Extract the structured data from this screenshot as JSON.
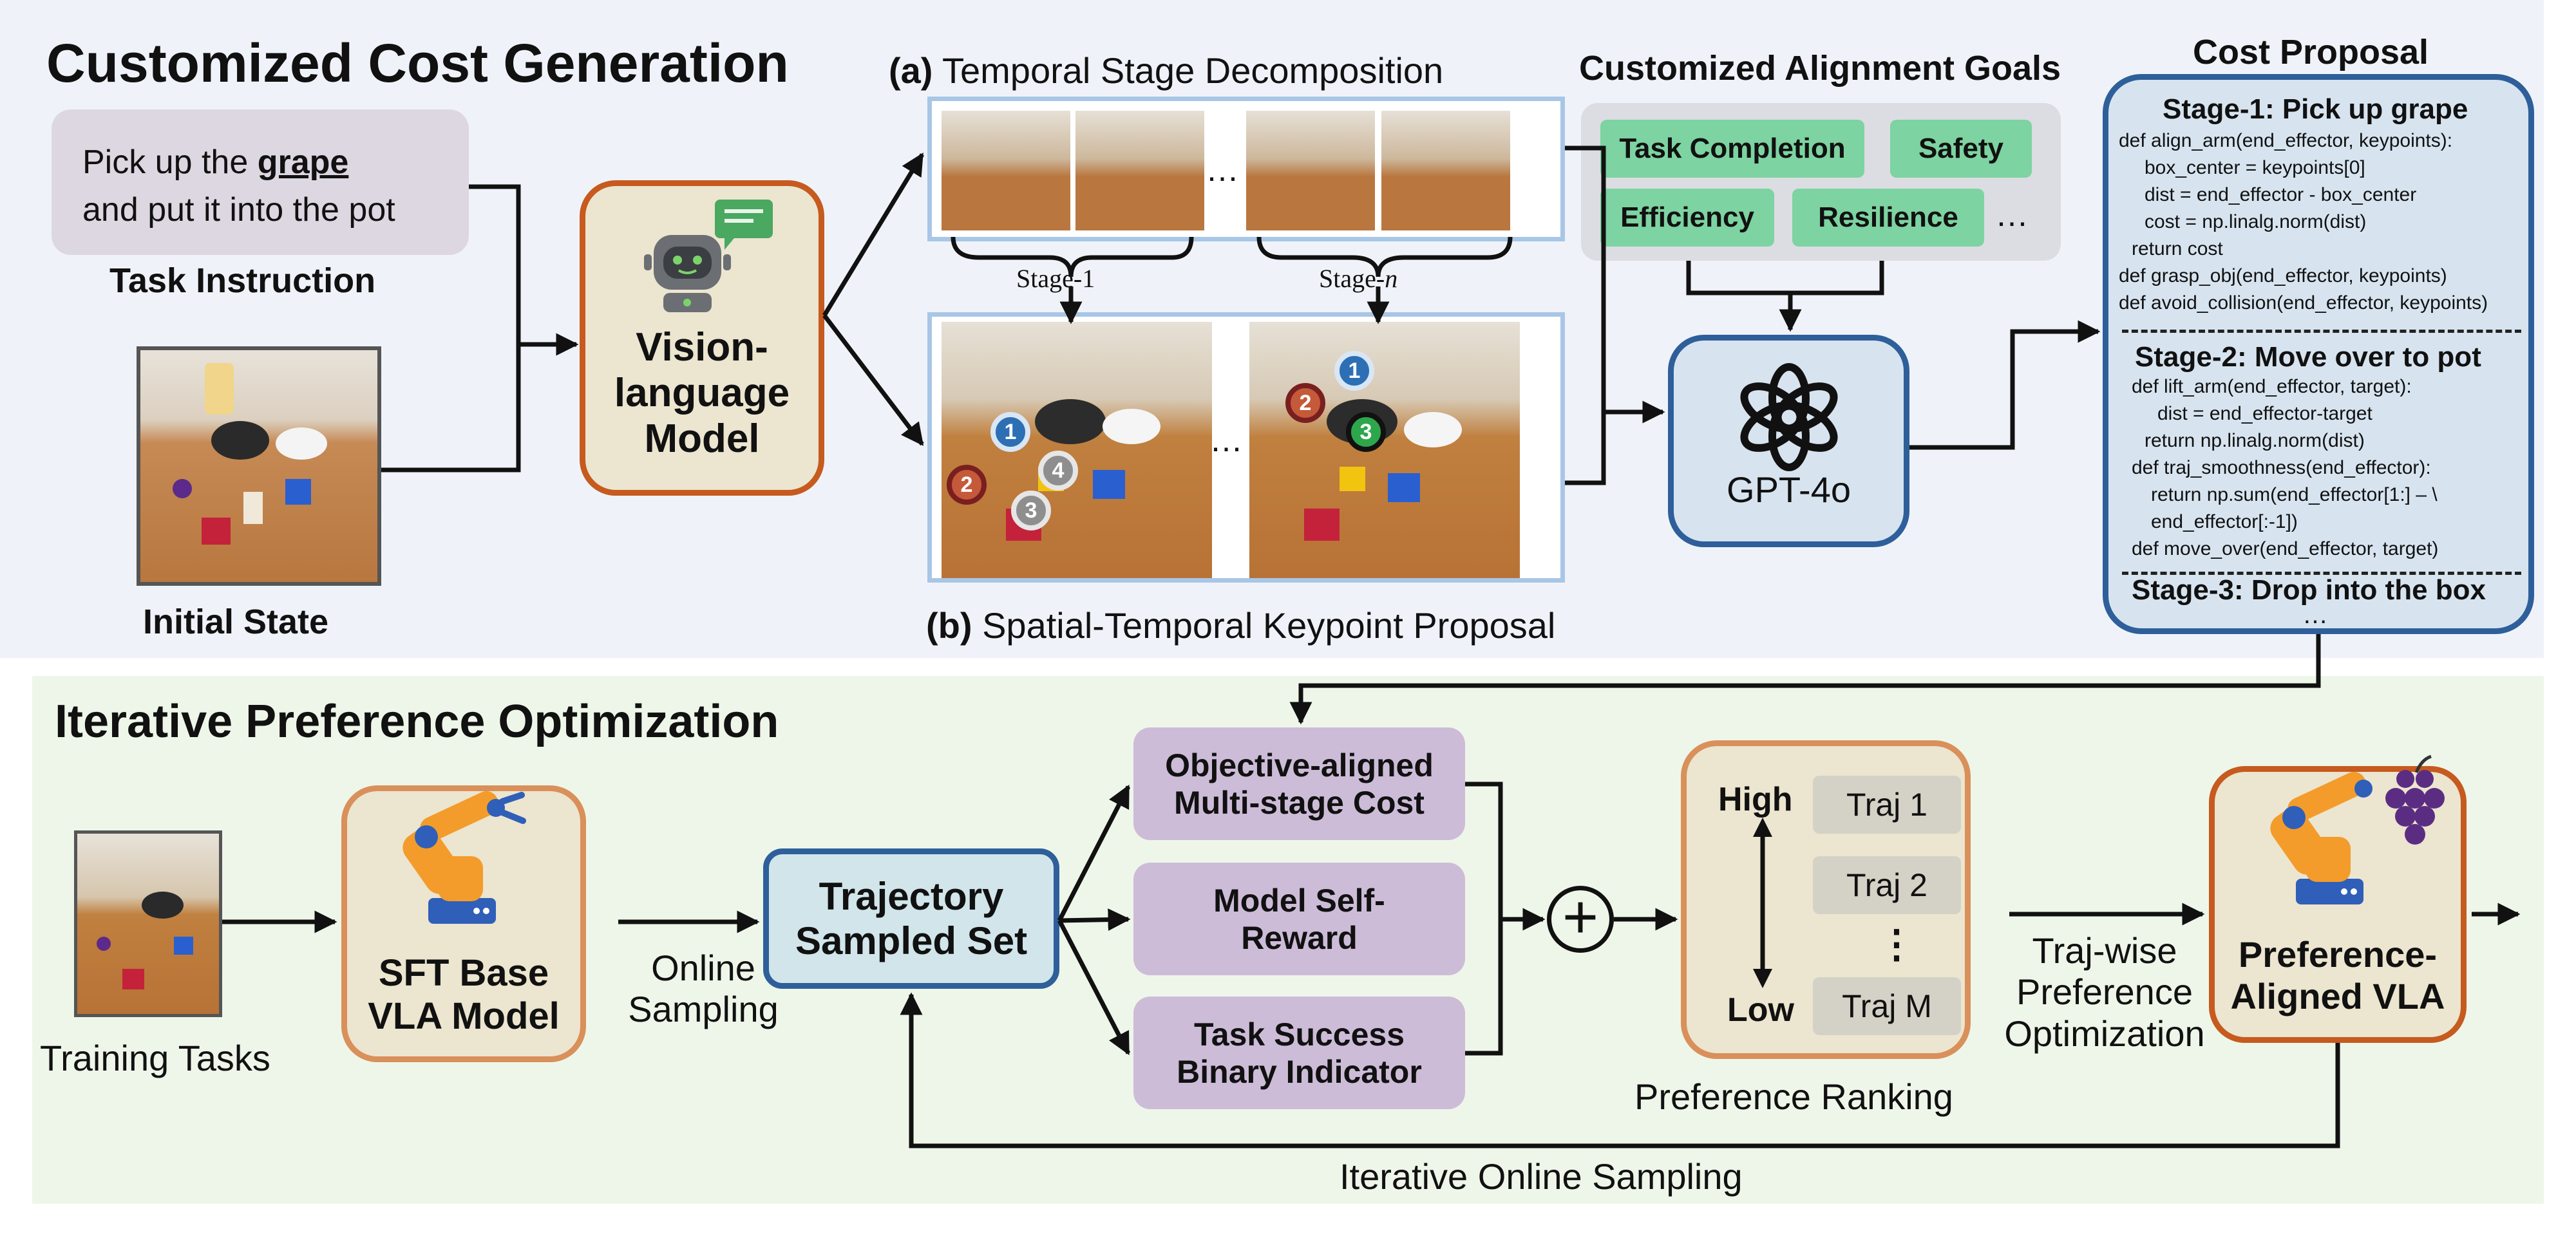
{
  "top": {
    "title": "Customized Cost Generation",
    "task_instruction": {
      "line1_prefix": "Pick up the ",
      "line1_bold": "grape",
      "line2": "and put it into the pot",
      "label": "Task Instruction"
    },
    "initial_state_label": "Initial State",
    "vlm": {
      "line1": "Vision-",
      "line2": "language",
      "line3": "Model"
    },
    "temporal": {
      "prefix": "(a)",
      "title": "Temporal Stage Decomposition",
      "stage1": "Stage-1",
      "stagen_prefix": "Stage-",
      "stagen_var": "n",
      "ellipsis": "…"
    },
    "spatial": {
      "prefix": "(b)",
      "title": "Spatial-Temporal Keypoint Proposal",
      "ellipsis": "…",
      "keypoints_a": [
        "1",
        "2",
        "3",
        "4"
      ],
      "keypoints_b": [
        "1",
        "2",
        "3"
      ]
    },
    "alignment": {
      "title": "Customized Alignment Goals",
      "goals": [
        "Task Completion",
        "Safety",
        "Efficiency",
        "Resilience"
      ],
      "ellipsis": "…"
    },
    "gpt": {
      "label": "GPT-4o"
    },
    "cost_proposal": {
      "title": "Cost Proposal",
      "stage1_title": "Stage-1: Pick up grape",
      "stage1_code": [
        "def align_arm(end_effector, keypoints):",
        "    box_center = keypoints[0]",
        "    dist = end_effector - box_center",
        "    cost = np.linalg.norm(dist)",
        "  return cost",
        "def grasp_obj(end_effector, keypoints)",
        "def avoid_collision(end_effector, keypoints)"
      ],
      "stage2_title": "Stage-2: Move over to pot",
      "stage2_code": [
        "def lift_arm(end_effector, target):",
        "    dist = end_effector-target",
        "  return np.linalg.norm(dist)",
        "def traj_smoothness(end_effector):",
        "    return np.sum(end_effector[1:] – \\",
        "    end_effector[:-1])",
        "def move_over(end_effector, target)"
      ],
      "stage3_title": "Stage-3: Drop into the box",
      "ellipsis": "…"
    }
  },
  "bottom": {
    "title": "Iterative Preference Optimization",
    "training_tasks_label": "Training Tasks",
    "sft": {
      "line1": "SFT Base",
      "line2": "VLA Model"
    },
    "online_sampling": {
      "line1": "Online",
      "line2": "Sampling"
    },
    "traj_set": {
      "line1": "Trajectory",
      "line2": "Sampled Set"
    },
    "costs": [
      {
        "line1": "Objective-aligned",
        "line2": "Multi-stage Cost"
      },
      {
        "line1": "Model Self-",
        "line2": "Reward"
      },
      {
        "line1": "Task Success",
        "line2": "Binary Indicator"
      }
    ],
    "plus": "+",
    "ranking": {
      "high": "High",
      "low": "Low",
      "trajs": [
        "Traj 1",
        "Traj 2",
        "Traj M"
      ],
      "dots": "⋮",
      "label": "Preference Ranking"
    },
    "traj_wise": {
      "line1": "Traj-wise",
      "line2": "Preference",
      "line3": "Optimization"
    },
    "aligned": {
      "line1": "Preference-",
      "line2": "Aligned VLA"
    },
    "loop_label": "Iterative Online Sampling"
  },
  "colors": {
    "top_bg": "#eff3f9",
    "bottom_bg": "#eff7ea",
    "orange_border": "#c65a1f",
    "blue_border": "#2e5f9a",
    "green_pill": "#7dd3a1",
    "purple_box": "#cdbcd8",
    "traj_box": "#d1e5ea"
  }
}
